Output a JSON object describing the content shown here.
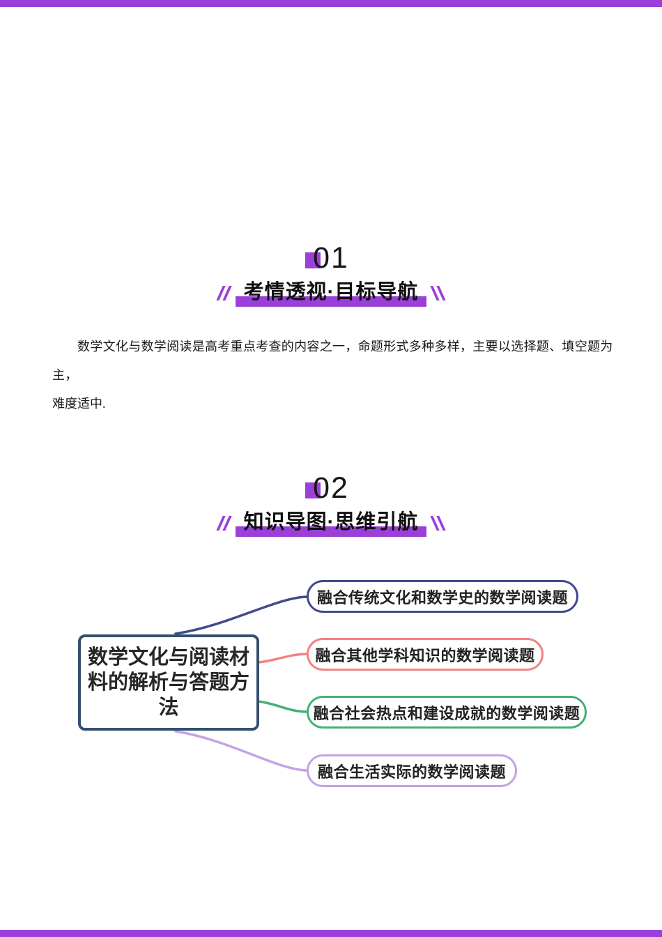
{
  "page": {
    "accent_color": "#9b3fd9"
  },
  "sections": [
    {
      "number": "01",
      "title": "考情透视·目标导航"
    },
    {
      "number": "02",
      "title": "知识导图·思维引航"
    }
  ],
  "paragraph": {
    "lines": [
      "数学文化与数学阅读是高考重点考查的内容之一，命题形式多种多样，主要以选择题、填空题为主，",
      "难度适中."
    ]
  },
  "mindmap": {
    "center": {
      "label": "数学文化与阅读材料的解析与答题方法",
      "border_color": "#35506e"
    },
    "branches": [
      {
        "label": "融合传统文化和数学史的数学阅读题",
        "color": "#424a8d"
      },
      {
        "label": "融合其他学科知识的数学阅读题",
        "color": "#f48282"
      },
      {
        "label": "融合社会热点和建设成就的数学阅读题",
        "color": "#45b075"
      },
      {
        "label": "融合生活实际的数学阅读题",
        "color": "#c5a3e6"
      }
    ]
  }
}
